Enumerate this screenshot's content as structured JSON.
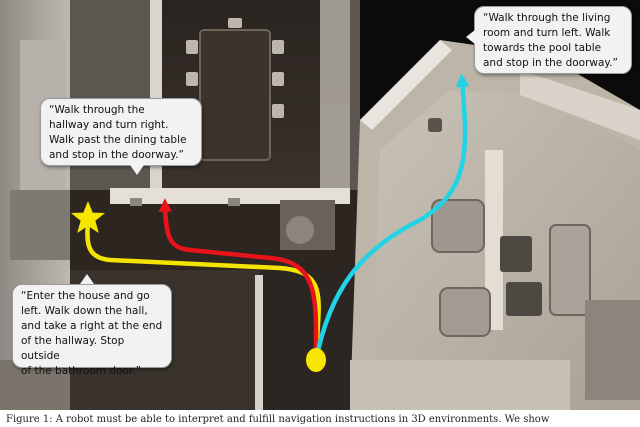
{
  "figure": {
    "instructions": [
      {
        "id": "top-right",
        "color": "#22d3e6",
        "text": "“Walk through the living\nroom and turn left. Walk\ntowards the pool table\nand stop in the doorway.”"
      },
      {
        "id": "top-left",
        "color": "#e8141c",
        "text": "“Walk through the\nhallway and turn right.\nWalk past the dining table\nand stop in the doorway.”"
      },
      {
        "id": "bottom-left",
        "color": "#f5e400",
        "text": "“Enter the house and go\nleft. Walk down the hall,\nand take a right at the end\nof the hallway. Stop outside\nof the bathroom door.”"
      }
    ],
    "start_marker_color": "#f7e600",
    "goal_marker_color": "#f7e600"
  },
  "caption": "Figure 1: A robot must be able to interpret and fulfill navigation instructions in 3D environments. We show"
}
